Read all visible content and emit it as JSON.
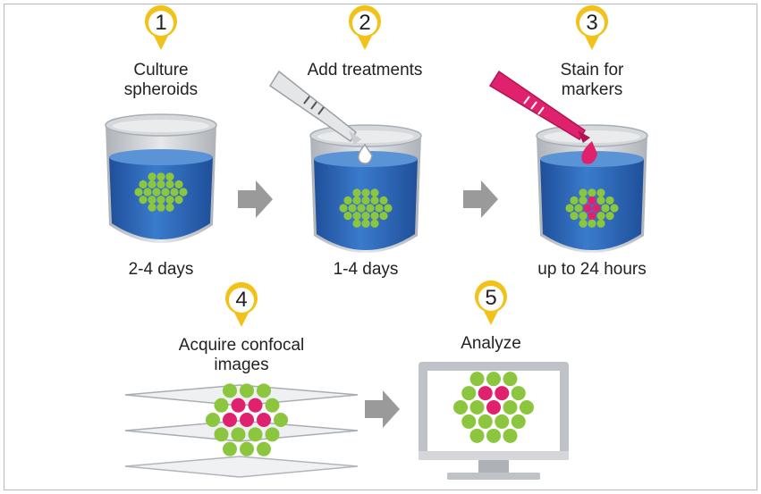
{
  "steps": [
    {
      "number": "1",
      "title_line1": "Culture",
      "title_line2": "spheroids",
      "duration": "2-4 days"
    },
    {
      "number": "2",
      "title_line1": "Add treatments",
      "title_line2": "",
      "duration": "1-4 days"
    },
    {
      "number": "3",
      "title_line1": "Stain for",
      "title_line2": "markers",
      "duration": "up to 24 hours"
    },
    {
      "number": "4",
      "title_line1": "Acquire confocal",
      "title_line2": "images",
      "duration": ""
    },
    {
      "number": "5",
      "title_line1": "Analyze",
      "title_line2": "",
      "duration": ""
    }
  ],
  "colors": {
    "marker_ring": "#f2c21b",
    "medium_blue": "#2f68b6",
    "cell_green": "#8cc63f",
    "cell_magenta": "#e0226e",
    "arrow_gray": "#9a9a9a",
    "dish_gray": "#c9ccd0",
    "monitor_gray": "#bfc2c6"
  },
  "icons": [
    "map-pin-number-marker",
    "culture-dish-icon",
    "pipette-icon",
    "arrow-right-icon",
    "confocal-slice-icon",
    "monitor-icon"
  ]
}
